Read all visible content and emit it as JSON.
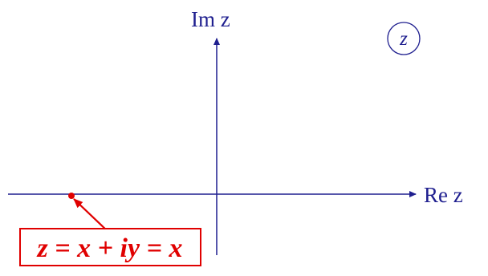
{
  "labels": {
    "imaginary_axis": "Im z",
    "real_axis": "Re z",
    "plane": "z",
    "point_formula": "z = x + iy = x"
  },
  "colors": {
    "axis": "#1f1f8f",
    "point": "#e00000",
    "background": "#ffffff"
  }
}
